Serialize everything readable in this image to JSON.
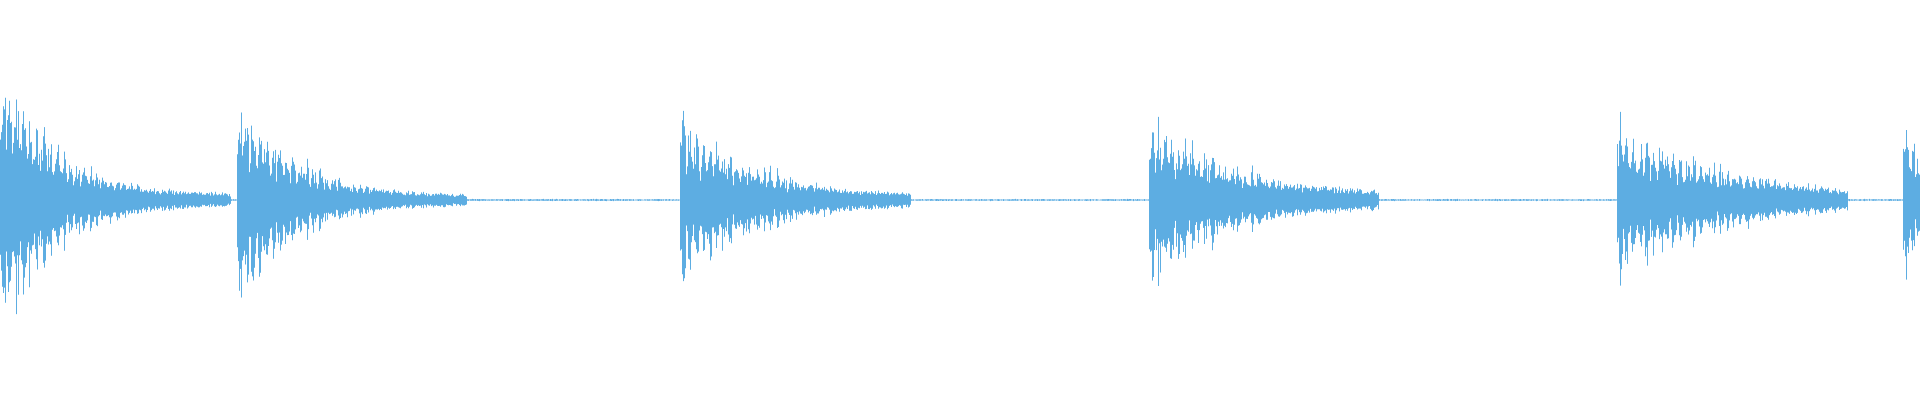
{
  "waveform": {
    "color": "#5dade2",
    "background": "#ffffff",
    "baseline_amplitude": 0.006,
    "bursts": [
      {
        "onset": 0.0,
        "peak": 1.0,
        "decay": 0.032,
        "tail": 0.38
      },
      {
        "onset": 0.123,
        "peak": 0.78,
        "decay": 0.035,
        "tail": 0.28
      },
      {
        "onset": 0.354,
        "peak": 0.62,
        "decay": 0.045,
        "tail": 0.26
      },
      {
        "onset": 0.598,
        "peak": 0.64,
        "decay": 0.05,
        "tail": 0.3
      },
      {
        "onset": 0.842,
        "peak": 0.6,
        "decay": 0.06,
        "tail": 0.28
      },
      {
        "onset": 0.991,
        "peak": 0.55,
        "decay": 0.02,
        "tail": 0.2
      }
    ]
  }
}
